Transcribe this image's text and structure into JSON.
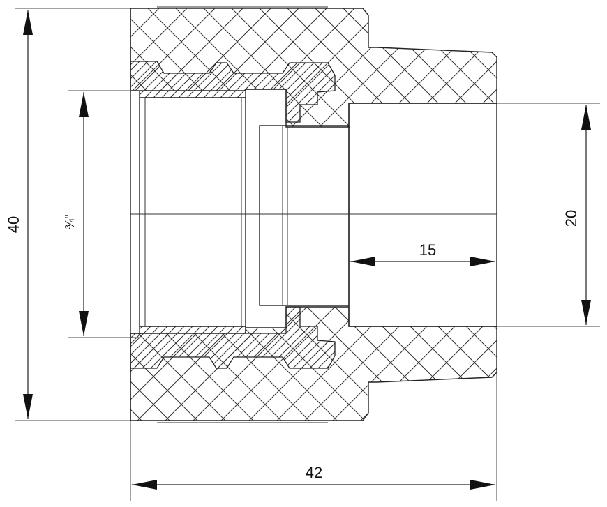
{
  "diagram": {
    "dimensions": {
      "overall_height": "40",
      "thread_size": "¾\"",
      "socket_depth": "15",
      "socket_diameter": "20",
      "overall_length": "42"
    },
    "colors": {
      "line": "#222222",
      "background": "#ffffff"
    }
  }
}
